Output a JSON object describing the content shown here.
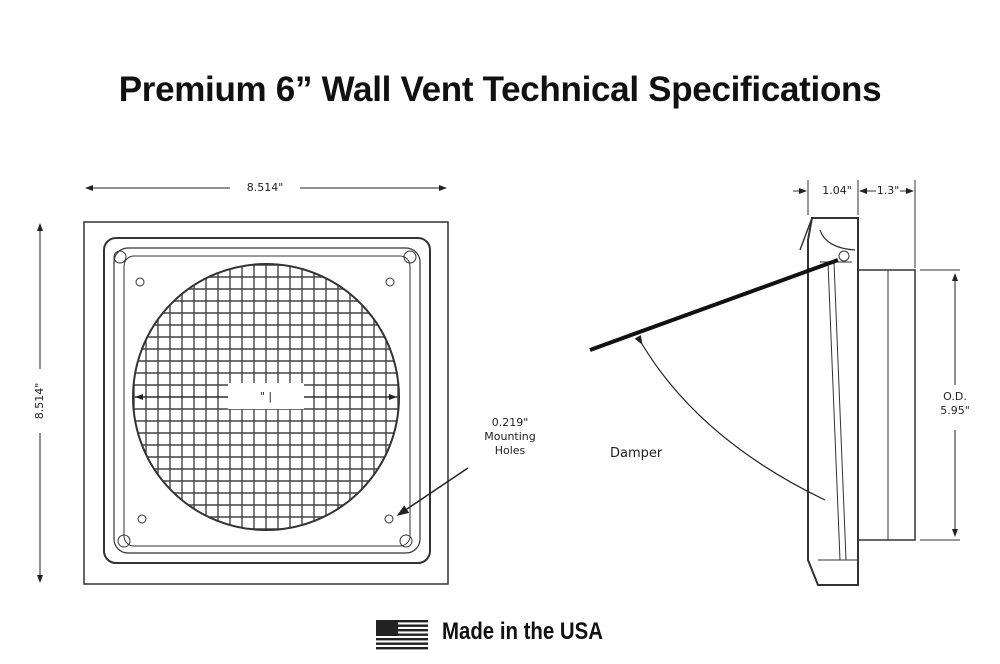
{
  "title": "Premium 6” Wall Vent Technical Specifications",
  "front_view": {
    "width_label": "8.514\"",
    "height_label": "8.514\"",
    "center_label": "\" |",
    "mounting_holes_label": [
      "0.219\"",
      "Mounting",
      "Holes"
    ]
  },
  "side_view": {
    "depth_flange_label": "1.04\"",
    "depth_duct_label": "1.3\"",
    "od_label": [
      "O.D.",
      "5.95\""
    ],
    "damper_label": "Damper"
  },
  "footer": {
    "made_in_label": "Made in the USA",
    "flag_icon": "us-flag-icon"
  }
}
